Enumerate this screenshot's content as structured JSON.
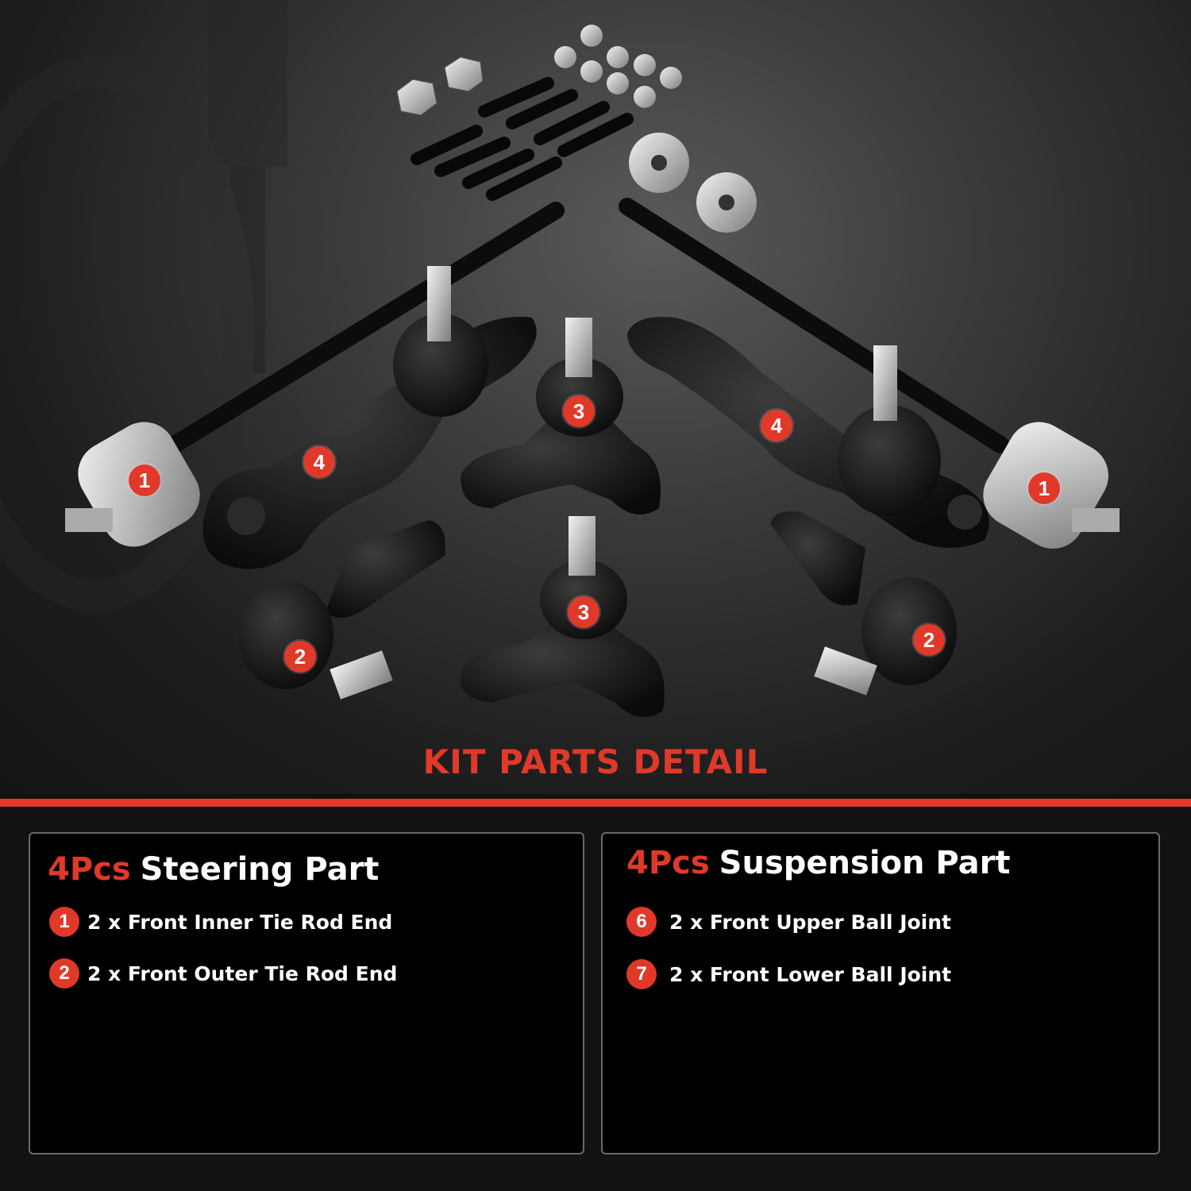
{
  "product_image": {
    "markers": [
      "1",
      "4",
      "3",
      "4",
      "1",
      "2",
      "3",
      "2"
    ]
  },
  "heading": "KIT PARTS DETAIL",
  "steering": {
    "qty": "4Pcs",
    "title": "Steering Part",
    "items": [
      {
        "num": "1",
        "text": "2 x Front Inner Tie Rod End"
      },
      {
        "num": "2",
        "text": "2 x Front Outer Tie Rod End"
      }
    ]
  },
  "suspension": {
    "qty": "4Pcs",
    "title": "Suspension Part",
    "items": [
      {
        "num": "6",
        "text": "2 x Front Upper Ball Joint"
      },
      {
        "num": "7",
        "text": "2 x Front Lower Ball Joint"
      }
    ]
  },
  "colors": {
    "accent": "#e0392a",
    "background": "#121212",
    "panel_border": "#6a6a6a"
  }
}
